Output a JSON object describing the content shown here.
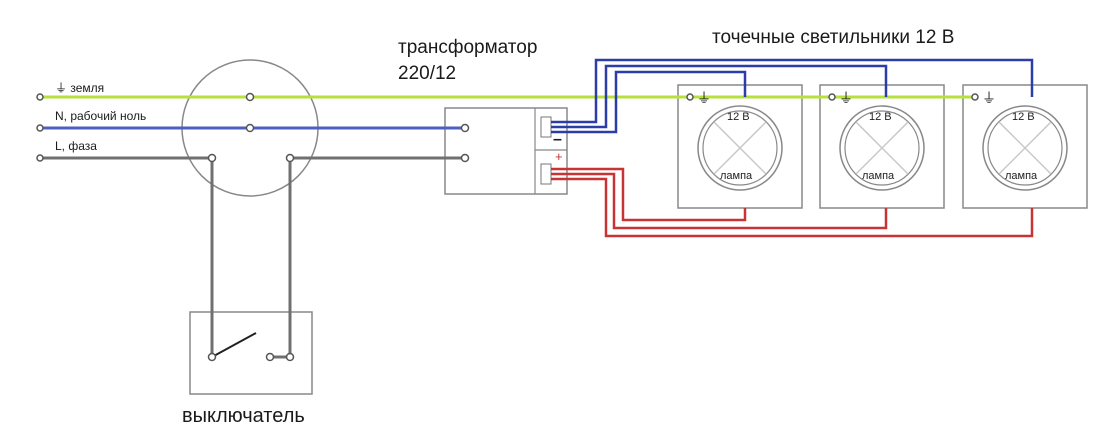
{
  "labels": {
    "ground": "земля",
    "ground_symbol": "⏚",
    "neutral": "N, рабочий ноль",
    "phase": "L, фаза",
    "transformer_line1": "трансформатор",
    "transformer_line2": "220/12",
    "spotlights": "точечные светильники 12 В",
    "switch": "выключатель",
    "minus": "–",
    "plus": "+"
  },
  "lamps": [
    {
      "voltage": "12 В",
      "name": "лампа",
      "ground_symbol": "⏚"
    },
    {
      "voltage": "12 В",
      "name": "лампа",
      "ground_symbol": "⏚"
    },
    {
      "voltage": "12 В",
      "name": "лампа",
      "ground_symbol": "⏚"
    }
  ],
  "colors": {
    "ground_wire": "#b7e03c",
    "neutral_wire": "#4d5fc0",
    "phase_wire": "#707070",
    "dc_negative_wire": "#2a3da8",
    "dc_positive_wire": "#c83434",
    "box_stroke": "#777777"
  }
}
